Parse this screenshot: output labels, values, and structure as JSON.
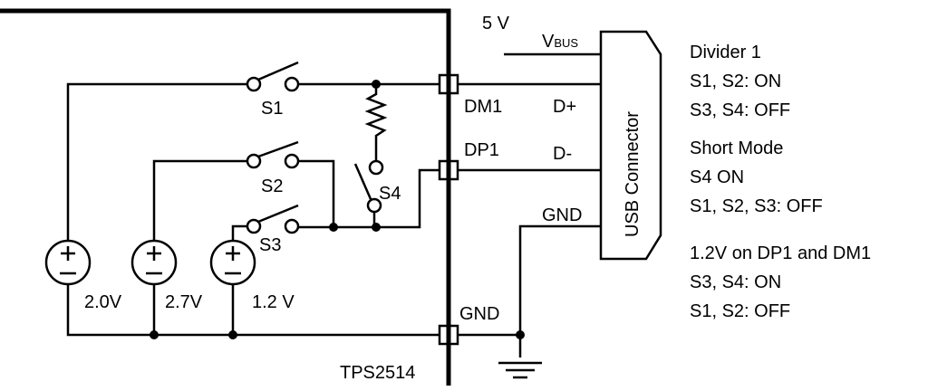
{
  "chip": {
    "name": "TPS2514",
    "pins": {
      "dm1": "DM1",
      "dp1": "DP1",
      "gnd": "GND"
    }
  },
  "supply": {
    "label": "5 V"
  },
  "usb": {
    "label": "USB Connector",
    "vbus_main": "V",
    "vbus_sub": "BUS",
    "dplus": "D+",
    "dminus": "D-",
    "gnd": "GND"
  },
  "switches": [
    "S1",
    "S2",
    "S3",
    "S4"
  ],
  "sources": [
    {
      "label": "2.0V"
    },
    {
      "label": "2.7V"
    },
    {
      "label": "1.2 V"
    }
  ],
  "modes": [
    {
      "title": "Divider 1",
      "lines": [
        "S1, S2: ON",
        "S3, S4: OFF"
      ]
    },
    {
      "title": "Short Mode",
      "lines": [
        "S4 ON",
        "S1, S2, S3: OFF"
      ]
    },
    {
      "title": "1.2V on DP1 and DM1",
      "lines": [
        "S3, S4: ON",
        "S1, S2: OFF"
      ]
    }
  ]
}
